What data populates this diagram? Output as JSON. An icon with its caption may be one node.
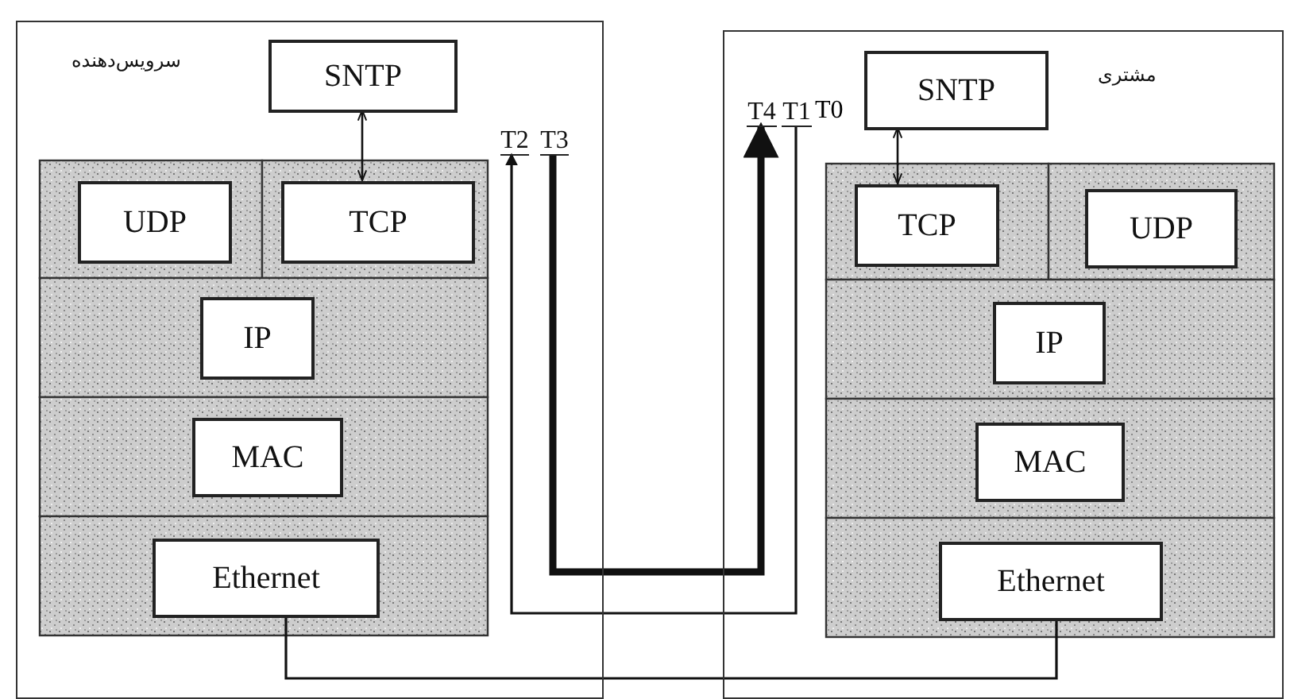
{
  "diagram": {
    "nodes": [
      {
        "text": [
          "سرویس‌دهنده"
        ]
      },
      {
        "text": [
          "SNTP"
        ],
        "in": 0
      },
      {
        "text": [
          "UDP"
        ],
        "in": 0
      },
      {
        "text": [
          "TCP"
        ],
        "in": 0
      },
      {
        "text": [
          "IP"
        ],
        "in": 0
      },
      {
        "text": [
          "MAC"
        ],
        "in": 0
      },
      {
        "text": [
          "Ethernet"
        ],
        "in": 0
      },
      {
        "text": [
          "مشتری"
        ]
      },
      {
        "text": [
          "SNTP"
        ],
        "in": 7
      },
      {
        "text": [
          "TCP"
        ],
        "in": 7
      },
      {
        "text": [
          "UDP"
        ],
        "in": 7
      },
      {
        "text": [
          "IP"
        ],
        "in": 7
      },
      {
        "text": [
          "MAC"
        ],
        "in": 7
      },
      {
        "text": [
          "Ethernet"
        ],
        "in": 7
      },
      {
        "text": [
          "T2"
        ],
        "in": 0
      },
      {
        "text": [
          "T3"
        ],
        "in": 0
      },
      {
        "text": [
          "T4"
        ],
        "in": 7
      },
      {
        "text": [
          "T1"
        ],
        "in": 7
      }
    ],
    "edges": [
      {
        "from": 1,
        "to": 3,
        "arrow": "both"
      },
      {
        "from": 8,
        "to": 9,
        "arrow": "both"
      },
      {
        "from": 15,
        "to": 16,
        "arrow": "to",
        "style": "thick"
      },
      {
        "from": 17,
        "to": 14,
        "arrow": "to"
      },
      {
        "from": 6,
        "to": 13,
        "arrow": "none"
      }
    ],
    "labels": [
      "T0"
    ]
  }
}
